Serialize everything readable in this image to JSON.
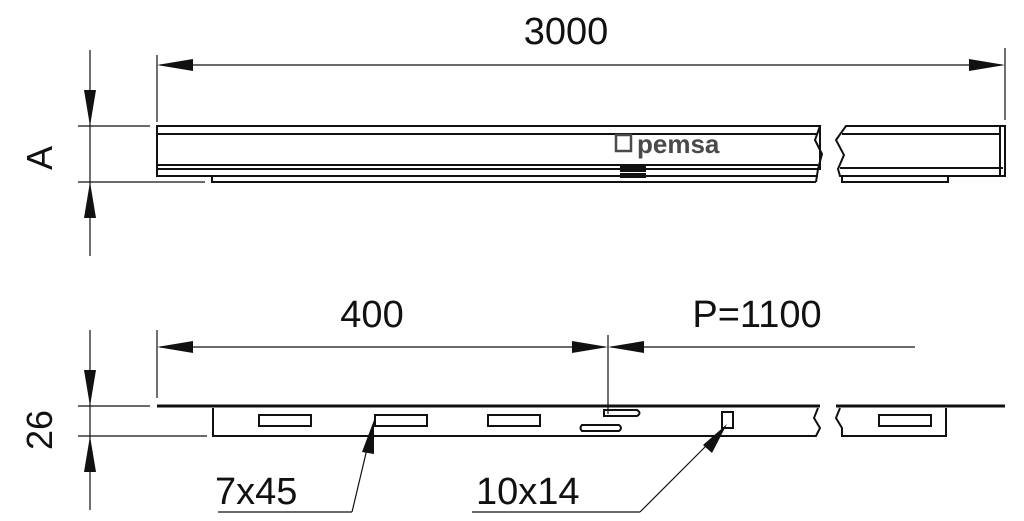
{
  "logo": {
    "text": "pemsa"
  },
  "top_view": {
    "length_label": "3000",
    "height_label": "A"
  },
  "bottom_view": {
    "first_slot_label": "400",
    "pitch_label": "P=1100",
    "height_label": "26",
    "slot_label": "7x45",
    "hole_label": "10x14"
  }
}
